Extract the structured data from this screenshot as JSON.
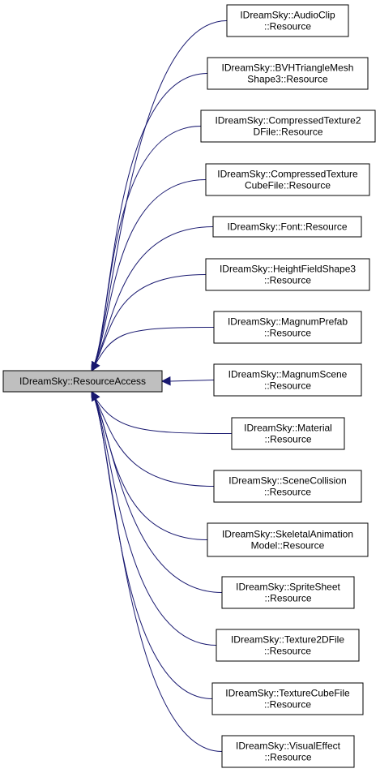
{
  "base_node": {
    "label": "IDreamSky::ResourceAccess"
  },
  "derived_nodes": [
    {
      "lines": [
        "IDreamSky::AudioClip",
        "::Resource"
      ]
    },
    {
      "lines": [
        "IDreamSky::BVHTriangleMesh",
        "Shape3::Resource"
      ]
    },
    {
      "lines": [
        "IDreamSky::CompressedTexture2",
        "DFile::Resource"
      ]
    },
    {
      "lines": [
        "IDreamSky::CompressedTexture",
        "CubeFile::Resource"
      ]
    },
    {
      "lines": [
        "IDreamSky::Font::Resource"
      ]
    },
    {
      "lines": [
        "IDreamSky::HeightFieldShape3",
        "::Resource"
      ]
    },
    {
      "lines": [
        "IDreamSky::MagnumPrefab",
        "::Resource"
      ]
    },
    {
      "lines": [
        "IDreamSky::MagnumScene",
        "::Resource"
      ]
    },
    {
      "lines": [
        "IDreamSky::Material",
        "::Resource"
      ]
    },
    {
      "lines": [
        "IDreamSky::SceneCollision",
        "::Resource"
      ]
    },
    {
      "lines": [
        "IDreamSky::SkeletalAnimation",
        "Model::Resource"
      ]
    },
    {
      "lines": [
        "IDreamSky::SpriteSheet",
        "::Resource"
      ]
    },
    {
      "lines": [
        "IDreamSky::Texture2DFile",
        "::Resource"
      ]
    },
    {
      "lines": [
        "IDreamSky::TextureCubeFile",
        "::Resource"
      ]
    },
    {
      "lines": [
        "IDreamSky::VisualEffect",
        "::Resource"
      ]
    }
  ],
  "colors": {
    "edge": "#191970",
    "base_fill": "#bfbfbf",
    "node_fill": "#ffffff",
    "border": "#000000"
  }
}
